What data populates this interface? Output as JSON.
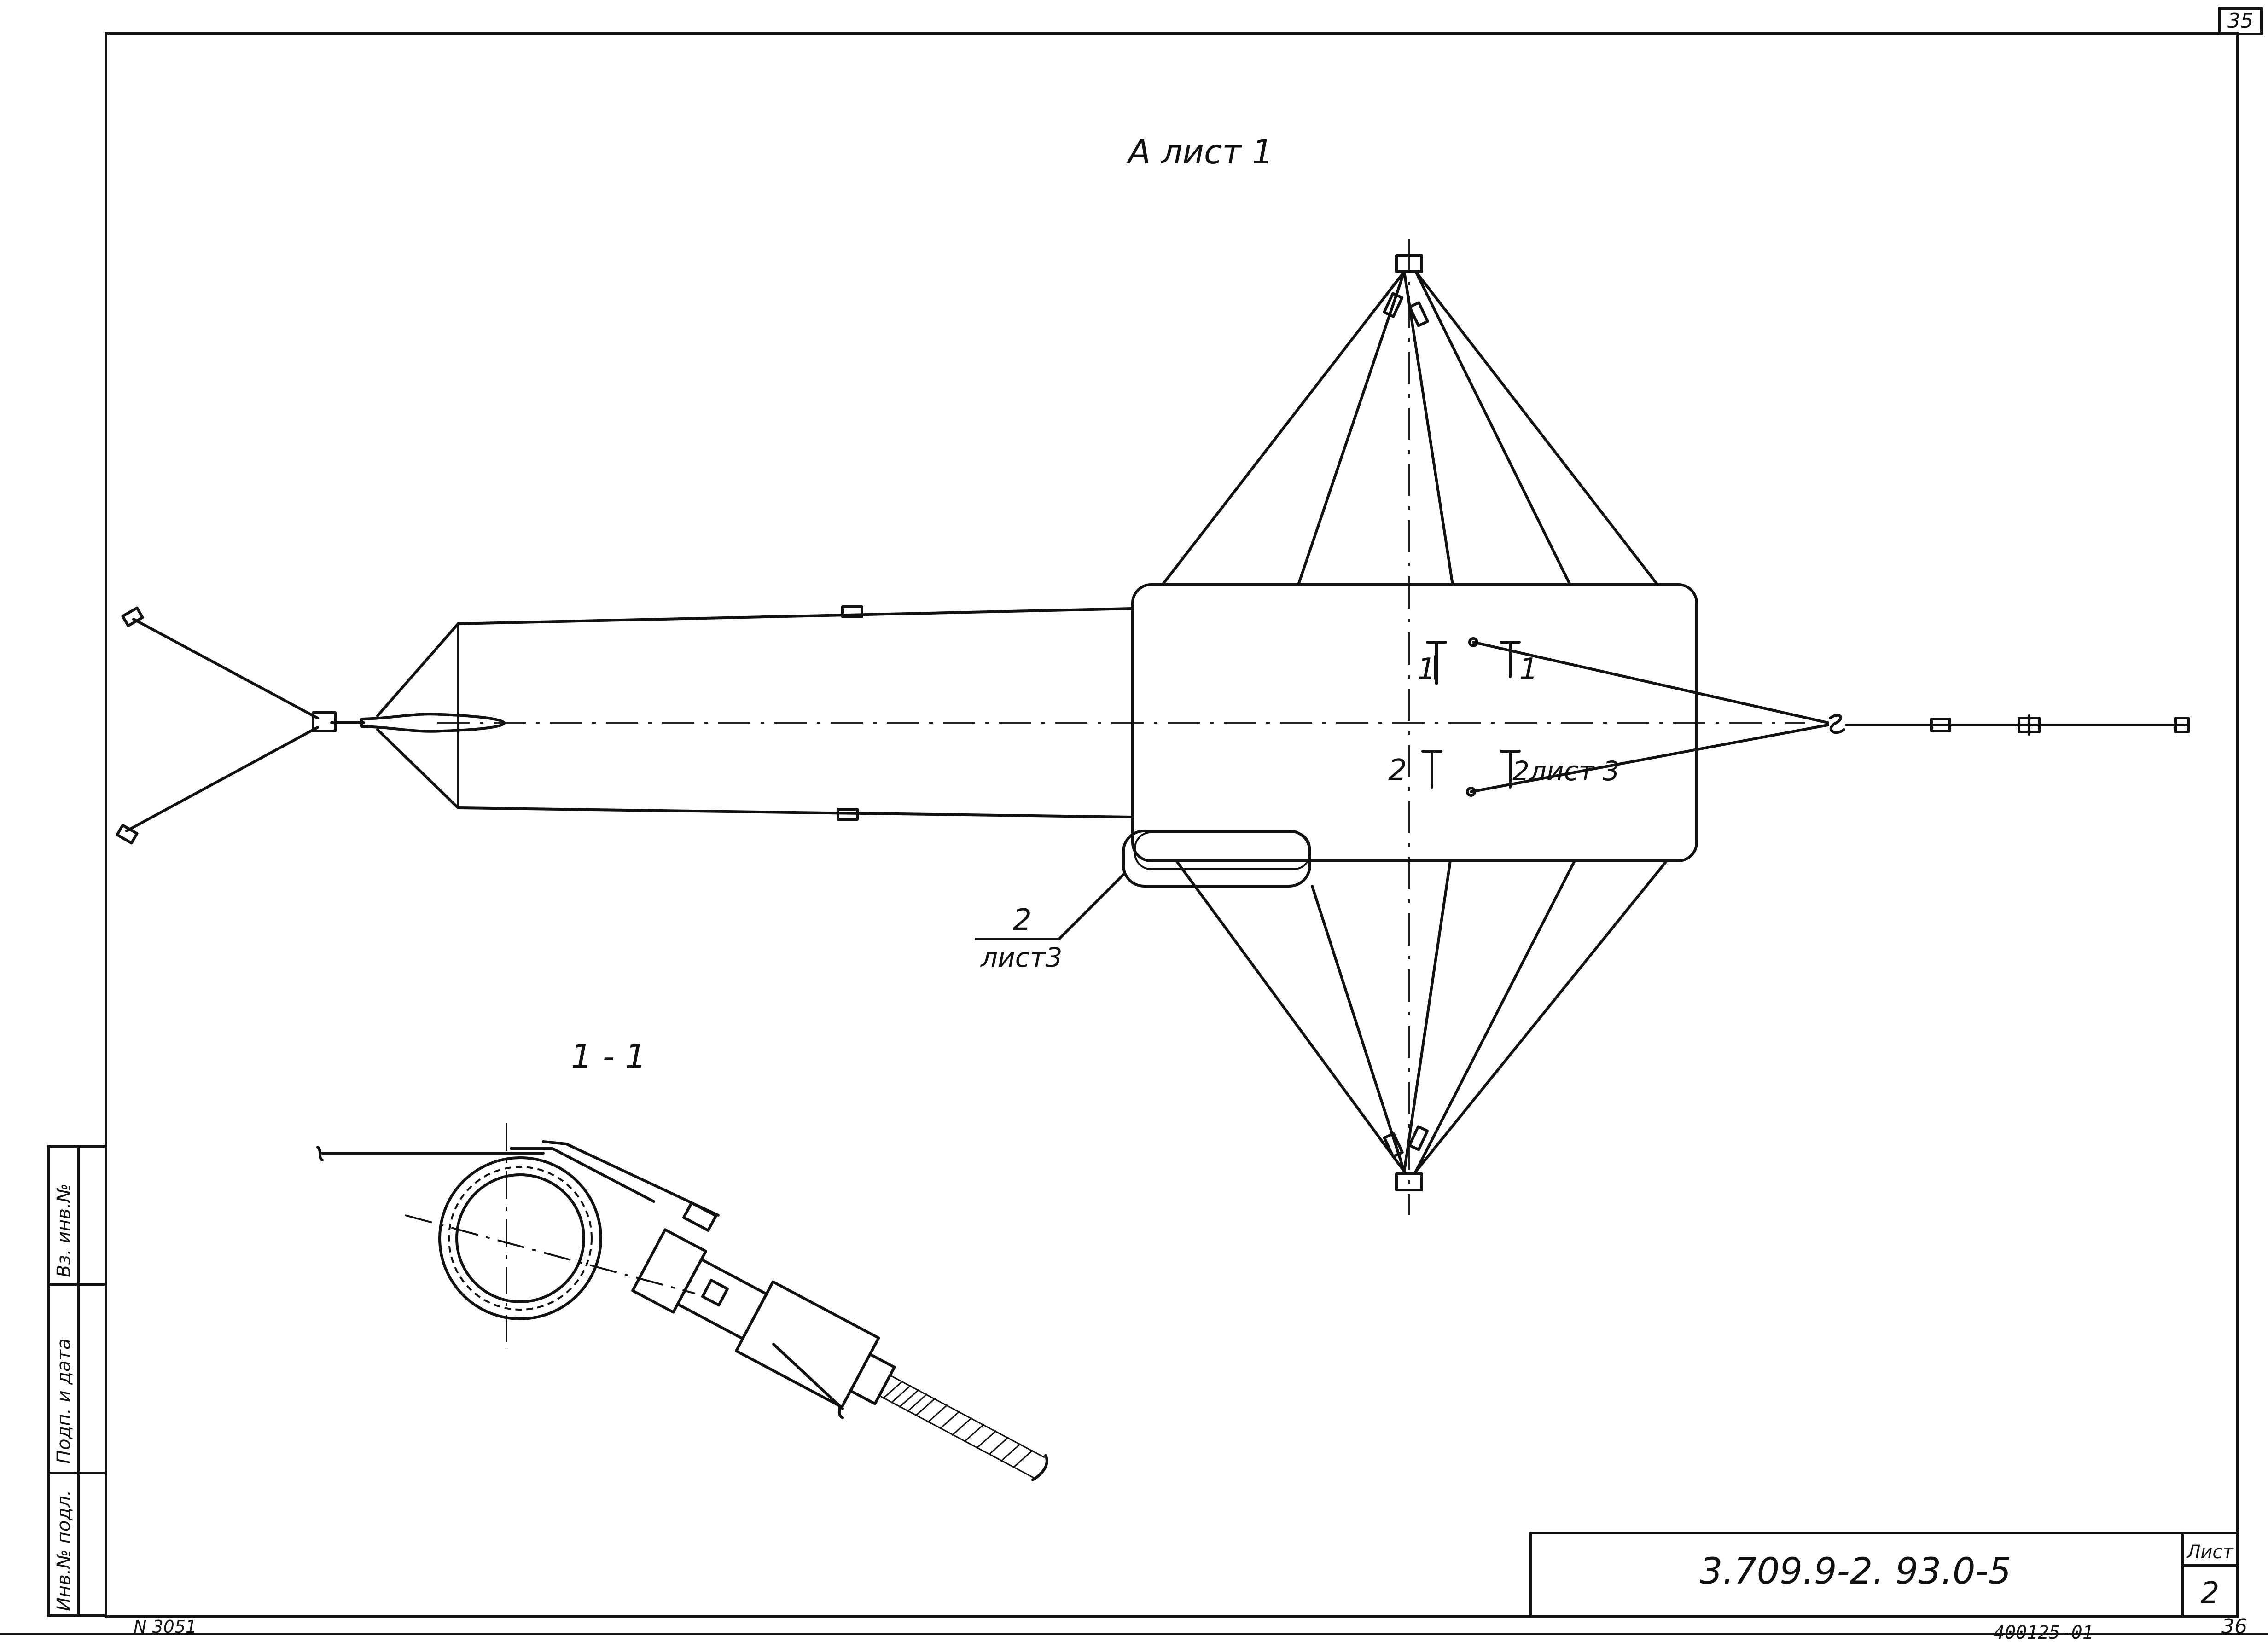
{
  "sheet": {
    "corner_number": "35",
    "view_title": "А лист 1",
    "section_title": "1 - 1",
    "section_1_label_left": "1",
    "section_1_label_right": "1",
    "section_2_label_left": "2",
    "section_2_label_right": "2лист 3",
    "callout_num": "2",
    "callout_sheet": "лист3"
  },
  "side_stamp": {
    "inv_podl": "Инв.№ подл.",
    "podp_data": "Подп. и дата",
    "vz_inv": "Вз. инв.№"
  },
  "title_block": {
    "designation": "3.709.9-2. 93.0-5",
    "list_label": "Лист",
    "list_number": "2"
  },
  "footer": {
    "left_note": "N 3051",
    "archive_code": "400125-01",
    "page_number": "36"
  }
}
